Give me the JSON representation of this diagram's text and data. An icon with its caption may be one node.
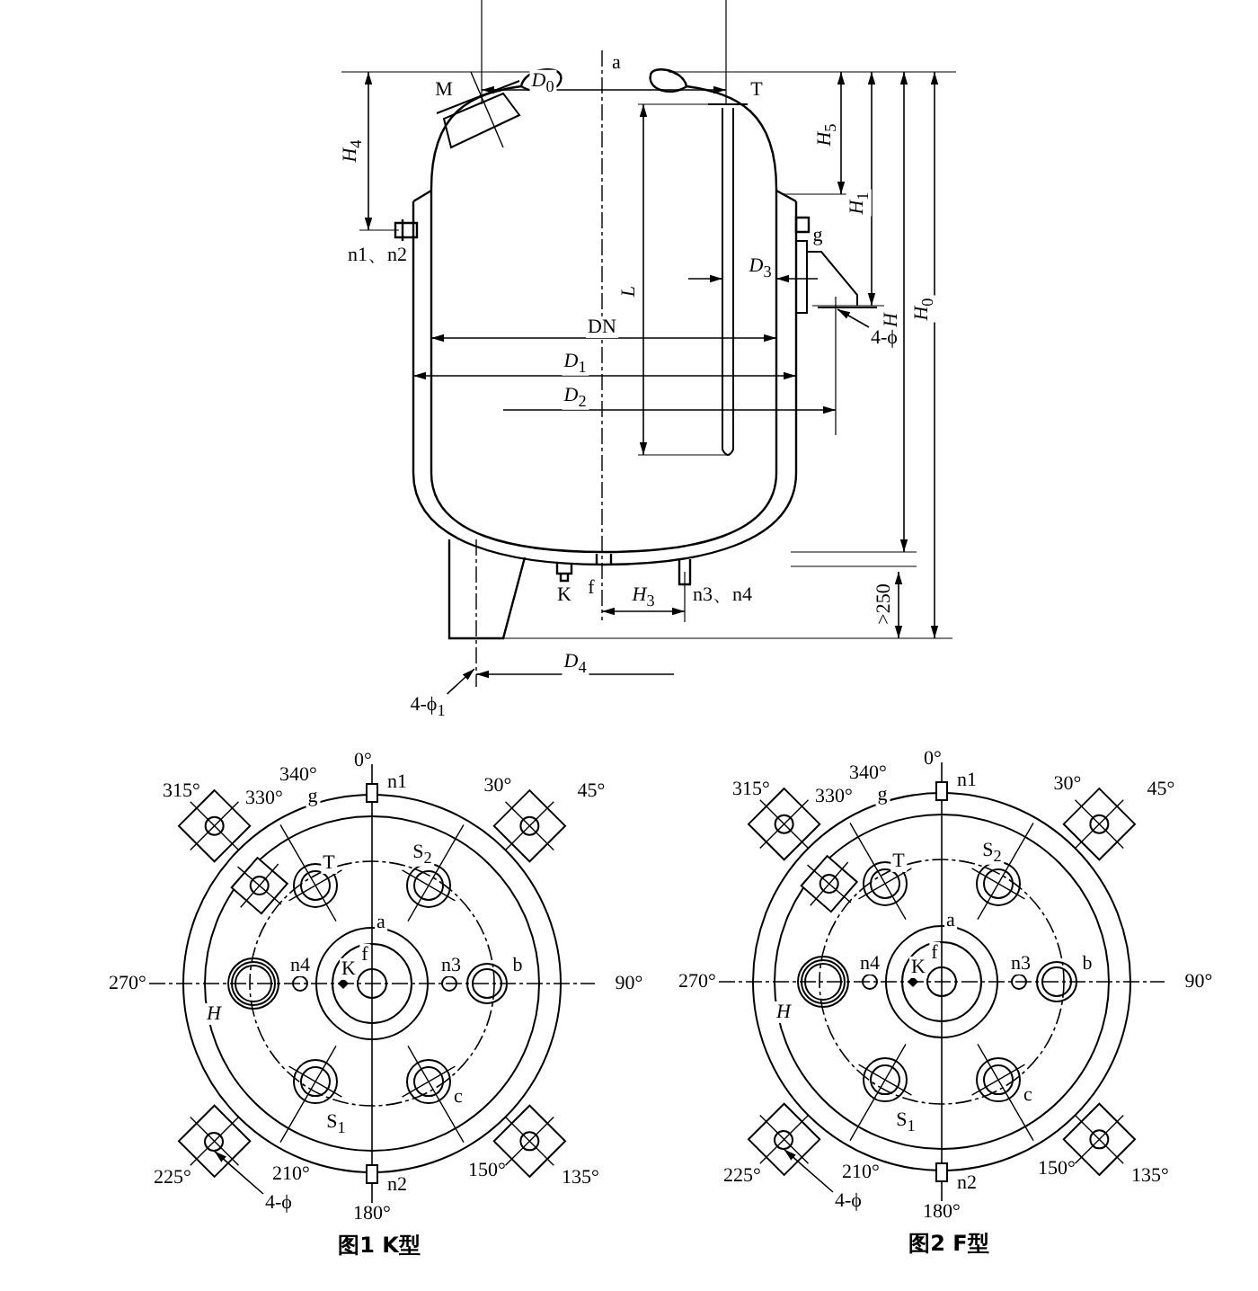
{
  "diagram": {
    "nodes": [
      {
        "text": [
          "4-ϕ"
        ]
      },
      {
        "text": [
          "4-ϕ$_{1}$"
        ]
      },
      {
        "text": [
          "4-ϕ"
        ]
      },
      {
        "text": [
          "4-ϕ"
        ]
      },
      {
        "text": [],
        "shape": "circle"
      },
      {
        "text": [],
        "shape": "circle"
      }
    ],
    "edges": [
      {
        "from": 0,
        "to": null,
        "arrow": "to"
      },
      {
        "from": 1,
        "to": null,
        "arrow": "to"
      },
      {
        "from": 2,
        "to": 4,
        "arrow": "to"
      },
      {
        "from": 3,
        "to": 5,
        "arrow": "to"
      }
    ],
    "labels": [
      "*D*$_{0}$",
      "a",
      "M",
      "T",
      "*H*$_{4}$",
      "*H*$_{5}$",
      "*H*$_{1}$",
      "n1、n2",
      "g",
      "L",
      "*D*$_{3}$",
      "H",
      "*H*$_{0}$",
      "DN",
      "*D*$_{1}$",
      "*D*$_{2}$",
      "K",
      "f",
      "*H*$_{3}$",
      "n3、n4",
      ">250",
      "*D*$_{4}$",
      "0°",
      "n1",
      "340°",
      "g",
      "315°",
      "330°",
      "30°",
      "45°",
      "T",
      "S$_{2}$",
      "a",
      "f",
      "n4",
      "K",
      "n3",
      "b",
      "270°",
      "90°",
      "H",
      "S$_{1}$",
      "c",
      "210°",
      "150°",
      "225°",
      "135°",
      "180°",
      "n2",
      "图1 K型",
      "0°",
      "n1",
      "340°",
      "g",
      "315°",
      "330°",
      "30°",
      "45°",
      "T",
      "S$_{2}$",
      "a",
      "f",
      "n4",
      "K",
      "n3",
      "b",
      "270°",
      "90°",
      "H",
      "S$_{1}$",
      "c",
      "210°",
      "150°",
      "225°",
      "135°",
      "180°",
      "n2",
      "图2 F型"
    ]
  }
}
